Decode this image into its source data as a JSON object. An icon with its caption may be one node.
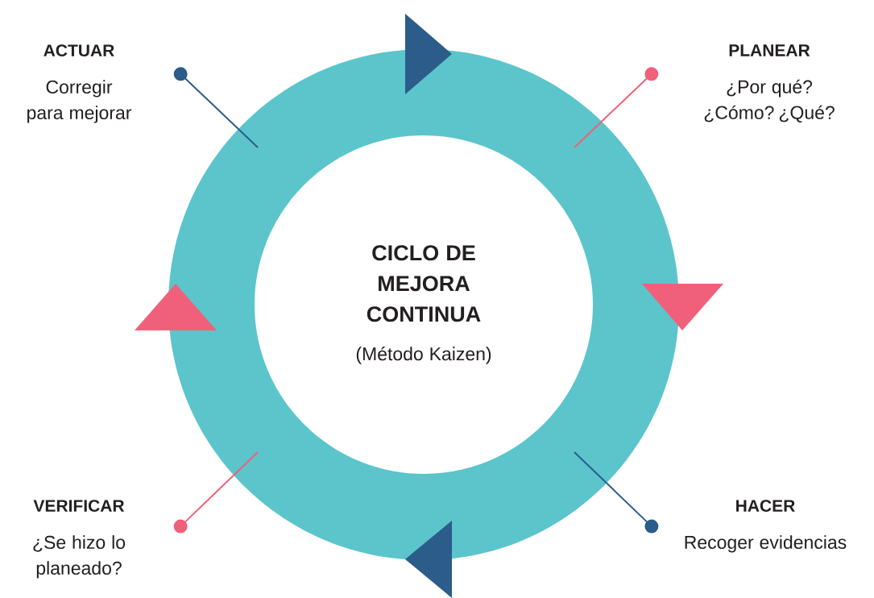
{
  "diagram": {
    "nodes": [
      {
        "text": [],
        "shape": "circle"
      },
      {
        "text": [
          "ACTUAR",
          "Corregir para mejorar"
        ]
      },
      {
        "text": [
          "PLANEAR",
          "¿Por qué? ¿Cómo? ¿Qué?"
        ]
      },
      {
        "text": [
          "CICLO DE MEJORA CONTINUA",
          "(Método Kaizen)"
        ],
        "in": 0
      },
      {
        "text": [
          "VERIFICAR",
          "¿Se hizo lo planeado?"
        ]
      },
      {
        "text": [
          "HACER",
          "Recoger evidencias"
        ]
      }
    ],
    "edges": [
      {
        "from": 1,
        "to": 0,
        "arrow": "other",
        "color": "#2b5c8a"
      },
      {
        "from": 2,
        "to": 0,
        "arrow": "other",
        "color": "#f0607a"
      },
      {
        "from": 4,
        "to": 0,
        "arrow": "other",
        "color": "#f0607a"
      },
      {
        "from": 5,
        "to": 0,
        "arrow": "other",
        "color": "#2b5c8a"
      }
    ]
  }
}
